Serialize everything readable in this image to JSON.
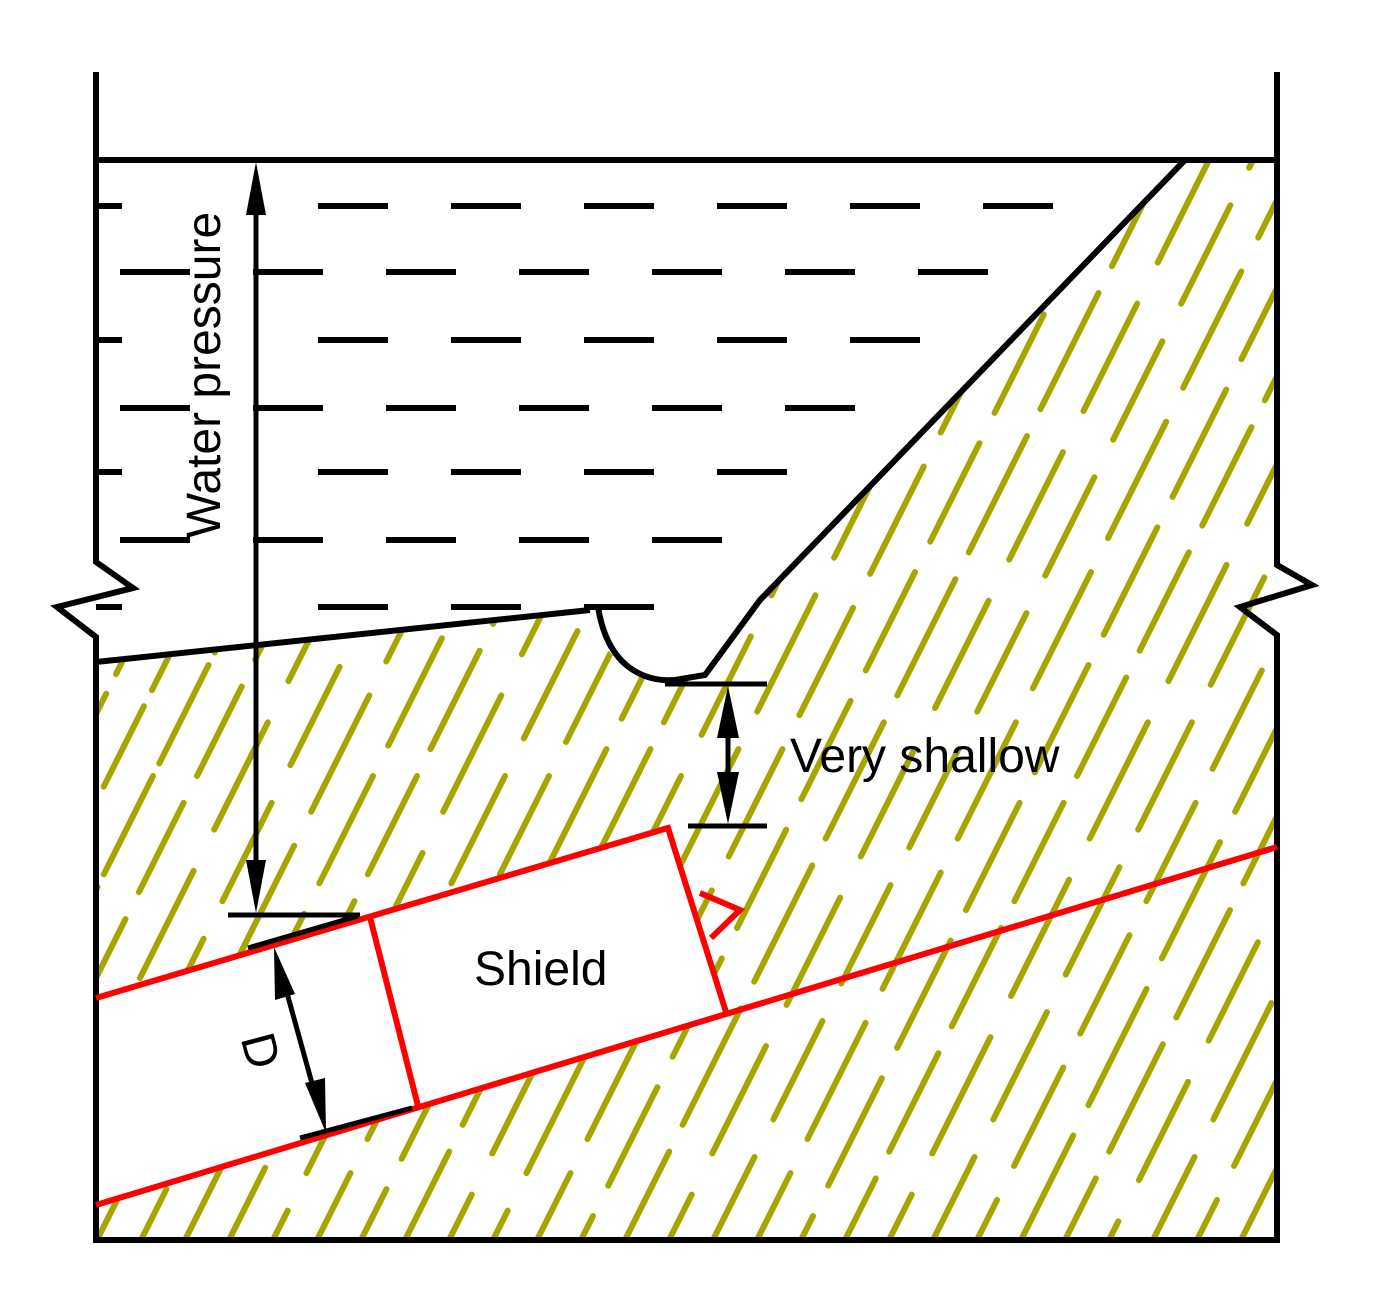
{
  "labels": {
    "water_pressure": "Water pressure",
    "very_shallow": "Very shallow",
    "shield": "Shield",
    "diameter": "D"
  },
  "colors": {
    "line": "#000000",
    "tunnel": "#ff0000",
    "soil_hatch": "#a6a600",
    "background": "#ffffff"
  }
}
